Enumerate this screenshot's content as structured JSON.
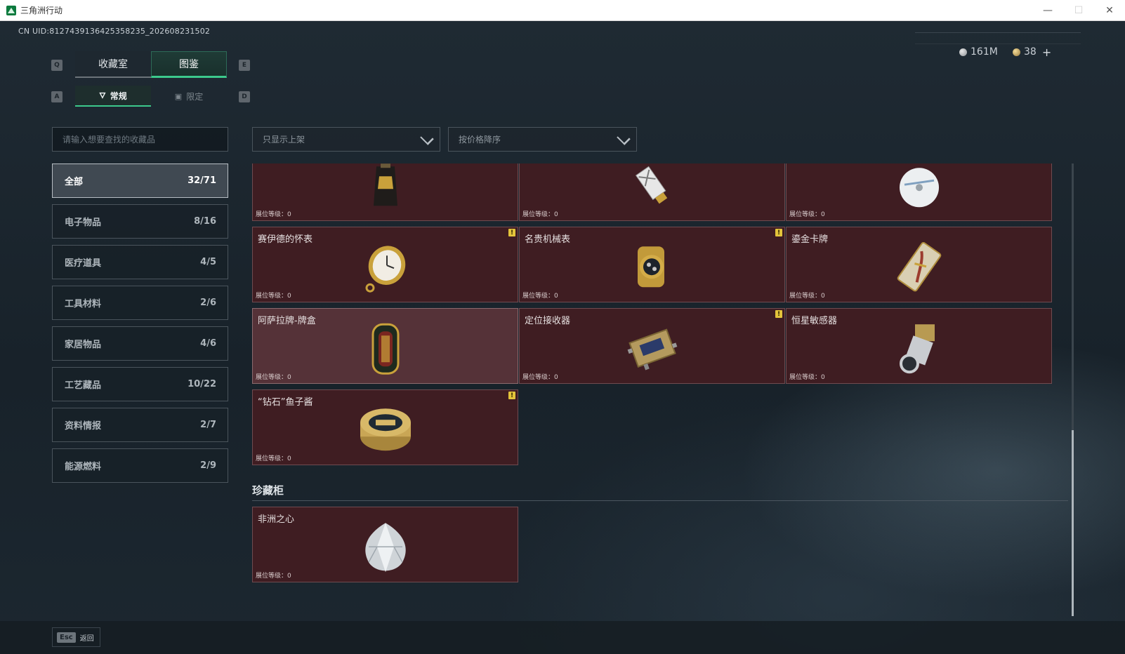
{
  "window": {
    "title": "三角洲行动"
  },
  "header": {
    "uid": "CN UID:8127439136425358235_202608231502",
    "currency": [
      {
        "name": "silver",
        "value": "161M"
      },
      {
        "name": "gold",
        "value": "38"
      }
    ],
    "plus_label": "+"
  },
  "keys": {
    "q": "Q",
    "e": "E",
    "a": "A",
    "d": "D"
  },
  "tabs": [
    {
      "label": "收藏室",
      "active": false
    },
    {
      "label": "图鉴",
      "active": true
    }
  ],
  "subtabs": [
    {
      "label": "常规",
      "active": true
    },
    {
      "label": "限定",
      "active": false
    }
  ],
  "search": {
    "placeholder": "请输入想要查找的收藏品"
  },
  "filters": {
    "shelf": "只显示上架",
    "sort": "按价格降序"
  },
  "categories": [
    {
      "label": "全部",
      "count": "32/71",
      "active": true
    },
    {
      "label": "电子物品",
      "count": "8/16"
    },
    {
      "label": "医疗道具",
      "count": "4/5"
    },
    {
      "label": "工具材料",
      "count": "2/6"
    },
    {
      "label": "家居物品",
      "count": "4/6"
    },
    {
      "label": "工艺藏品",
      "count": "10/22"
    },
    {
      "label": "资料情报",
      "count": "2/7"
    },
    {
      "label": "能源燃料",
      "count": "2/9"
    }
  ],
  "level_label": "展位等级：0",
  "items": [
    {
      "name": "",
      "icon": "coffee-bag-icon",
      "badge": false
    },
    {
      "name": "",
      "icon": "usb-drive-icon",
      "badge": false
    },
    {
      "name": "",
      "icon": "disc-icon",
      "badge": false
    },
    {
      "name": "赛伊德的怀表",
      "icon": "pocket-watch-icon",
      "badge": true
    },
    {
      "name": "名贵机械表",
      "icon": "gold-watch-icon",
      "badge": true
    },
    {
      "name": "鎏金卡牌",
      "icon": "gilded-card-icon",
      "badge": false
    },
    {
      "name": "阿萨拉牌-牌盒",
      "icon": "card-box-icon",
      "badge": false,
      "highlight": true
    },
    {
      "name": "定位接收器",
      "icon": "receiver-icon",
      "badge": true
    },
    {
      "name": "恒星敏感器",
      "icon": "star-sensor-icon",
      "badge": false
    },
    {
      "name": "“钻石”鱼子酱",
      "icon": "caviar-tin-icon",
      "badge": true
    }
  ],
  "cabinet": {
    "title": "珍藏柜",
    "items": [
      {
        "name": "非洲之心",
        "icon": "diamond-icon",
        "badge": false
      }
    ]
  },
  "badge_symbol": "!",
  "footer": {
    "esc_key": "Esc",
    "back_label": "返回"
  },
  "colors": {
    "accent": "#3cc98c",
    "card_bg": "#3f1d22",
    "badge": "#e3c43b"
  }
}
